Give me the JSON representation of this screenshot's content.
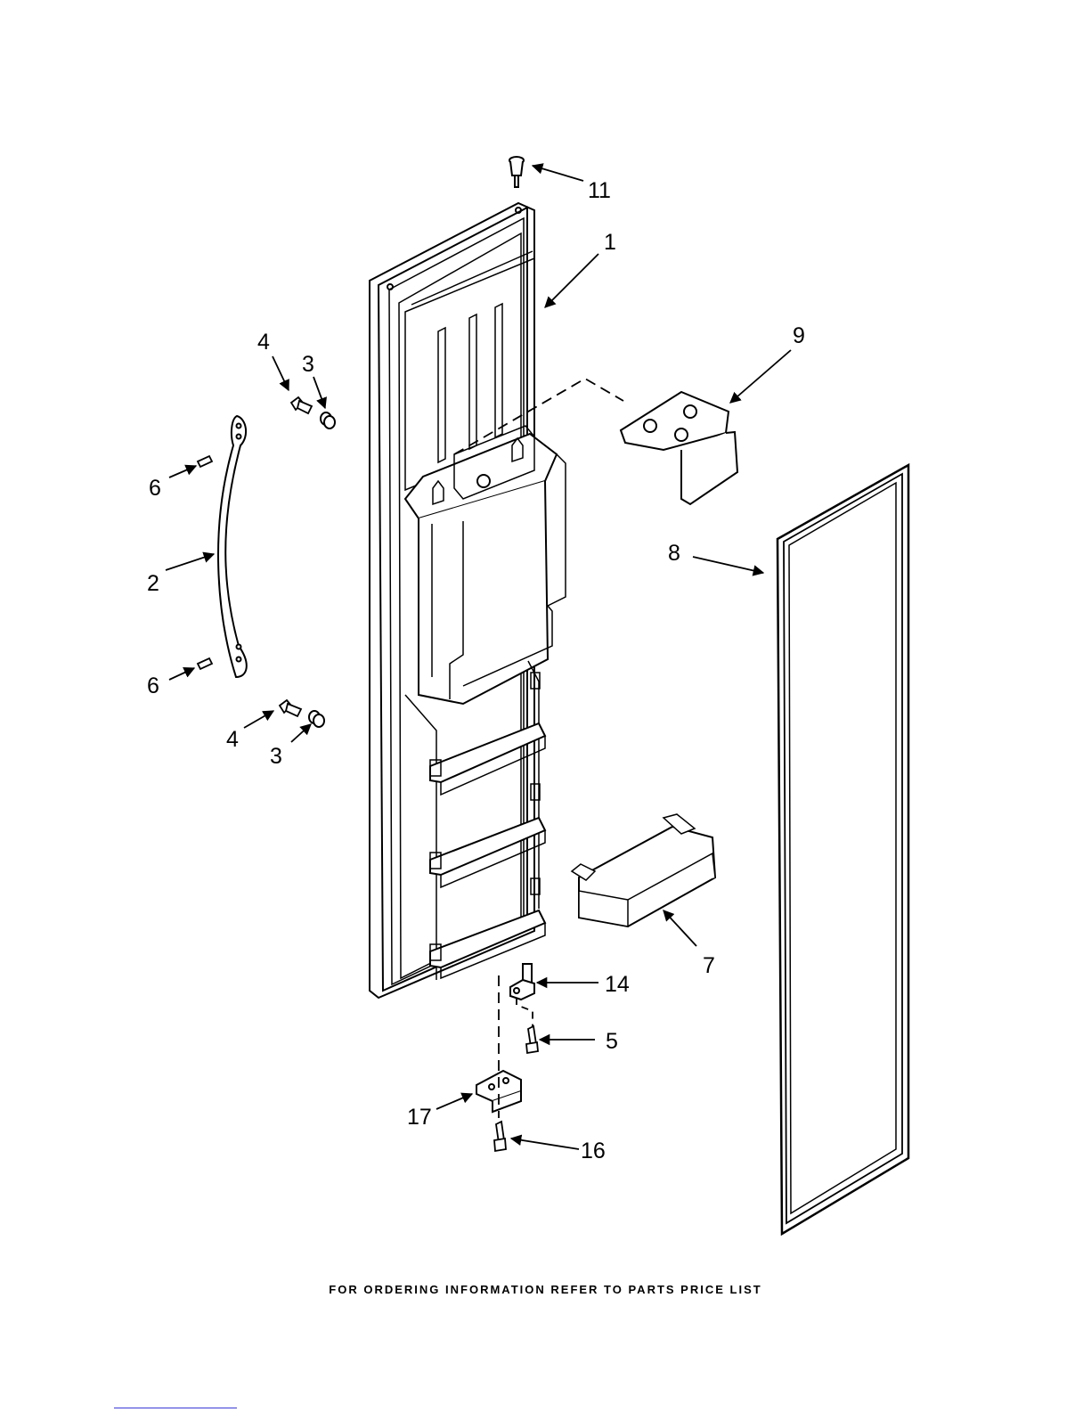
{
  "callouts": {
    "c1": "1",
    "c2": "2",
    "c3a": "3",
    "c3b": "3",
    "c4a": "4",
    "c4b": "4",
    "c5": "5",
    "c6a": "6",
    "c6b": "6",
    "c7": "7",
    "c8": "8",
    "c9": "9",
    "c11": "11",
    "c14": "14",
    "c16": "16",
    "c17": "17"
  },
  "footer": "FOR ORDERING INFORMATION REFER TO PARTS PRICE LIST"
}
